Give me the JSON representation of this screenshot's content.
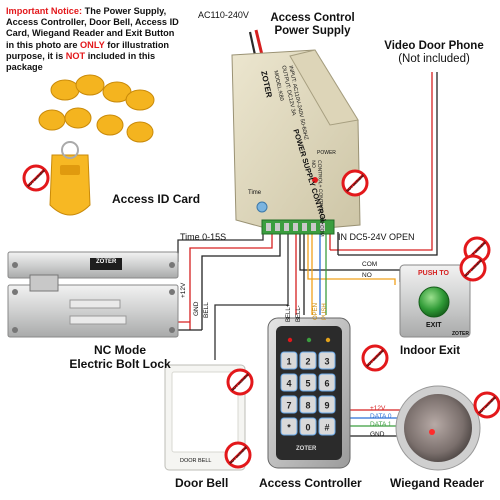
{
  "notice": {
    "heading": "Important Notice:",
    "text_1": "The Power Supply, Access Controller, Door Bell, Access ID Card, Wiegand Reader and Exit Button in this photo are",
    "only": "ONLY",
    "text_2": "for illustration purpose, it is",
    "not": "NOT",
    "text_3": "included in this package"
  },
  "voltage_in": "AC110-240V",
  "power_supply": {
    "title_line1": "Access Control",
    "title_line2": "Power Supply",
    "panel_title": "POWER SUPPLY CONTROL",
    "brand": "ZOTER",
    "model": "MODEL:K80",
    "input": "INPUT: AC110V-240V 50-60HZ",
    "output": "OUTPUT: DC12V  3A",
    "nc_no": "CONTROL+ CONTROL- NC COM NO",
    "power_led": "POWER",
    "time_knob": "Time"
  },
  "video_phone": {
    "line1": "Video Door Phone",
    "line2": "(Not included)"
  },
  "access_card": {
    "label": "Access ID Card"
  },
  "not_included": "NOT included",
  "time_label": "Time 0-15S",
  "dc_label": "IN DC5-24V OPEN",
  "wires": {
    "com": "COM",
    "no": "NO",
    "plus12_a": "+12V",
    "gnd_a": "GND",
    "bell": "BELL",
    "bell_plus": "BELL+",
    "bell_minus": "BELL-",
    "open": "OPEN",
    "push": "PUSH",
    "plus12_b": "+12V",
    "d0": "DATA 0",
    "d1": "DATA 1",
    "gnd_b": "GND"
  },
  "bolt_lock": {
    "line1": "NC Mode",
    "line2": "Electric Bolt Lock",
    "brand": "ZOTER"
  },
  "exit_button": {
    "label": "Indoor Exit",
    "push": "PUSH TO",
    "exit": "EXIT",
    "brand": "ZOTER"
  },
  "door_bell": {
    "label": "Door Bell",
    "plate": "DOOR BELL"
  },
  "access_controller": {
    "label": "Access Controller",
    "brand": "ZOTER",
    "keys": [
      "1",
      "2",
      "3",
      "4",
      "5",
      "6",
      "7",
      "8",
      "9",
      "*",
      "0",
      "#"
    ]
  },
  "wiegand_reader": {
    "label": "Wiegand Reader"
  },
  "colors": {
    "red": "#e3181b",
    "terminal_green": "#3b9e3f",
    "wire_dark": "#333333"
  }
}
